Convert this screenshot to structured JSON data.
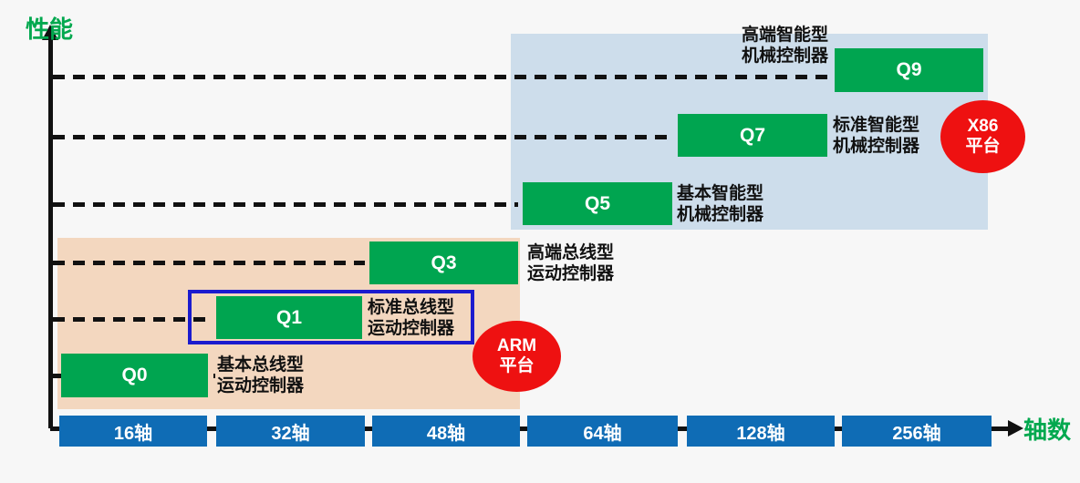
{
  "y_axis": {
    "label": "性能"
  },
  "x_axis": {
    "label": "轴数",
    "ticks": [
      "16轴",
      "32轴",
      "48轴",
      "64轴",
      "128轴",
      "256轴"
    ]
  },
  "platforms": {
    "arm": {
      "name": "ARM",
      "suffix": "平台"
    },
    "x86": {
      "name": "X86",
      "suffix": "平台"
    }
  },
  "products": [
    {
      "code": "Q0",
      "type_line1": "基本总线型",
      "type_line2": "运动控制器",
      "highlighted": false
    },
    {
      "code": "Q1",
      "type_line1": "标准总线型",
      "type_line2": "运动控制器",
      "highlighted": true
    },
    {
      "code": "Q3",
      "type_line1": "高端总线型",
      "type_line2": "运动控制器",
      "highlighted": false
    },
    {
      "code": "Q5",
      "type_line1": "基本智能型",
      "type_line2": "机械控制器",
      "highlighted": false
    },
    {
      "code": "Q7",
      "type_line1": "标准智能型",
      "type_line2": "机械控制器",
      "highlighted": false
    },
    {
      "code": "Q9",
      "type_line1": "高端智能型",
      "type_line2": "机械控制器",
      "highlighted": false
    }
  ],
  "colors": {
    "bar_green": "#00a550",
    "axis_label_green": "#00a84e",
    "x86_region_blue": "#cdddeb",
    "arm_region_tan": "#f3d7bf",
    "platform_badge_red": "#ee1111",
    "tick_blue": "#0f6cb5",
    "highlight_box_blue": "#1b1bce",
    "background": "#f7f7f7"
  }
}
